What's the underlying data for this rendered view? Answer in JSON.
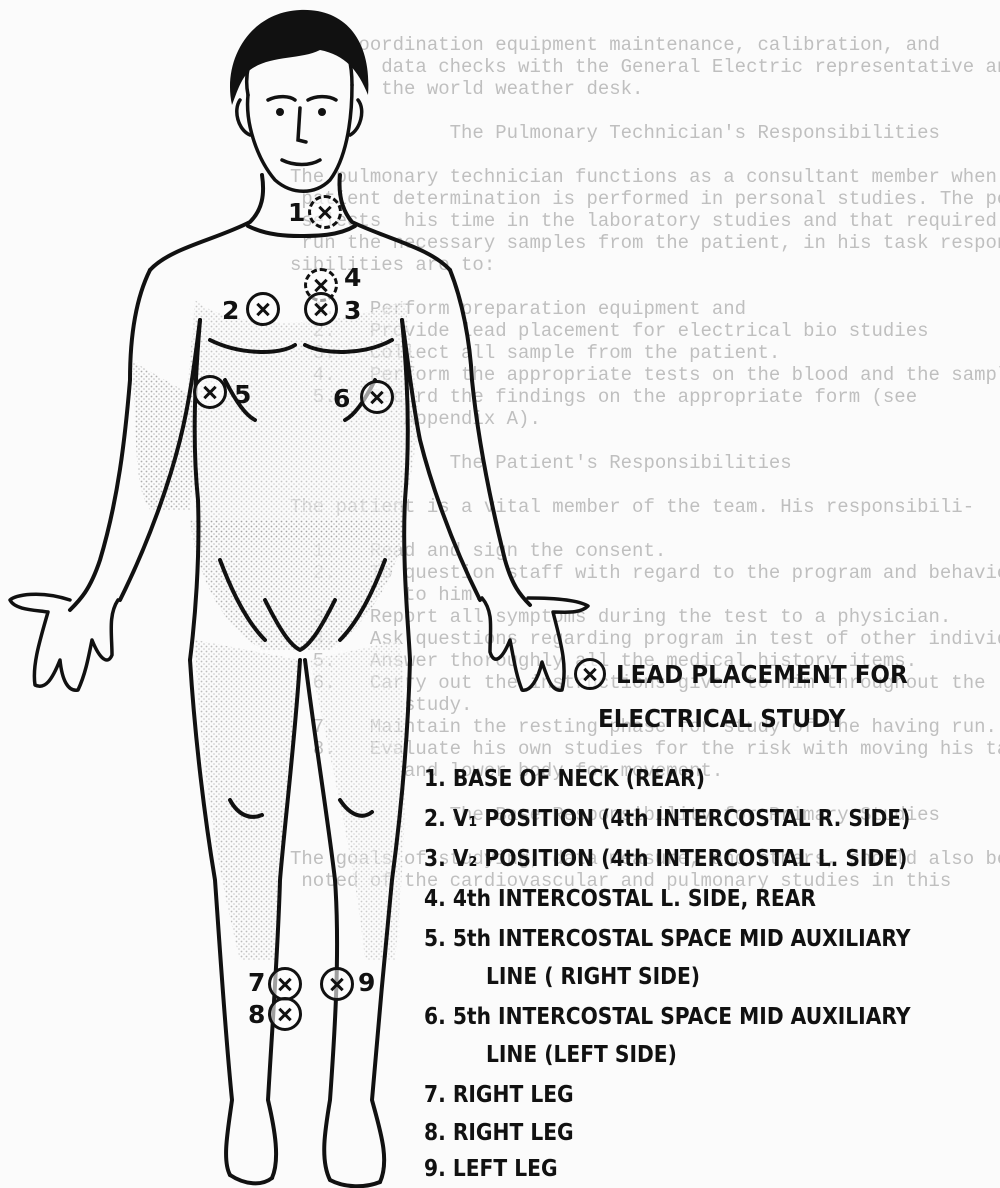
{
  "figure": {
    "legend_title_line1": "LEAD PLACEMENT FOR",
    "legend_title_line2": "ELECTRICAL STUDY",
    "markers": [
      "1",
      "2",
      "3",
      "4",
      "5",
      "6",
      "7",
      "8",
      "9"
    ],
    "legend_items": [
      {
        "text": "1.  BASE OF NECK (REAR)"
      },
      {
        "text": "2.  V₁ POSITION (4th INTERCOSTAL R. SIDE)"
      },
      {
        "text": "3.  V₂ POSITION (4th INTERCOSTAL L. SIDE)"
      },
      {
        "text": "4.  4th INTERCOSTAL L. SIDE, REAR"
      },
      {
        "text": "5.  5th INTERCOSTAL SPACE MID AUXILIARY",
        "cont": "LINE ( RIGHT SIDE)"
      },
      {
        "text": "6.  5th INTERCOSTAL SPACE MID AUXILIARY",
        "cont": "LINE (LEFT SIDE)"
      },
      {
        "text": "7.  RIGHT LEG"
      },
      {
        "text": "8.  RIGHT LEG"
      },
      {
        "text": "9.  LEFT LEG"
      }
    ]
  }
}
